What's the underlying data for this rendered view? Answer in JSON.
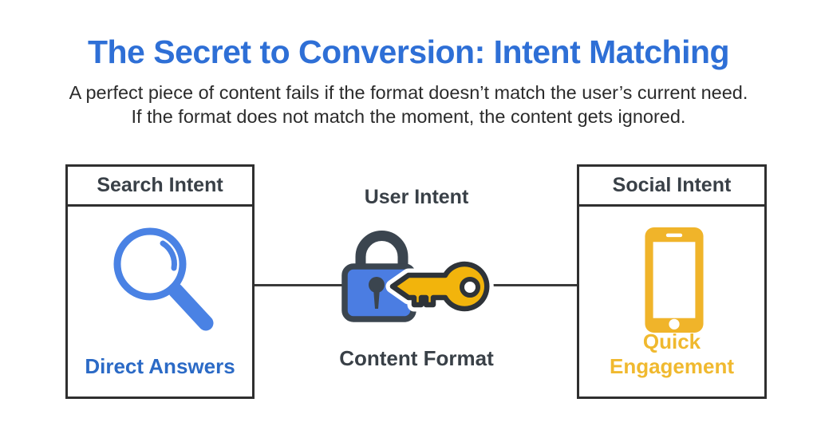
{
  "slide": {
    "title": "The Secret to Conversion: Intent Matching",
    "subtitle": [
      "A perfect piece of content fails if the format doesn’t match the user’s current need.",
      "If the format does not match the moment, the content gets ignored."
    ],
    "columns": [
      {
        "id": "search",
        "header": "Search Intent",
        "label": "Direct Answers",
        "icon": "magnifier-icon"
      },
      {
        "id": "user",
        "header": "User Intent",
        "label": "Content Format",
        "icon": "lock-and-key-icon"
      },
      {
        "id": "social",
        "header": "Social Intent",
        "label": "Quick Engagement",
        "icon": "smartphone-icon"
      }
    ],
    "colors": {
      "blue-title": "#2e6fd6",
      "blue-label": "#2b6ac6",
      "blue-icon": "#4a82e4",
      "blue-lock": "#4b7de2",
      "slate": "#3b454f",
      "slate-text": "#394047",
      "text-dark": "#2b2b2b",
      "yellow-key": "#f2b40c",
      "yellow-phone": "#f0b42a",
      "yellow-label": "#f0b92f",
      "border": "#2f2f2f",
      "line": "#3a3a3a",
      "key-outline": "#2e3338"
    }
  }
}
